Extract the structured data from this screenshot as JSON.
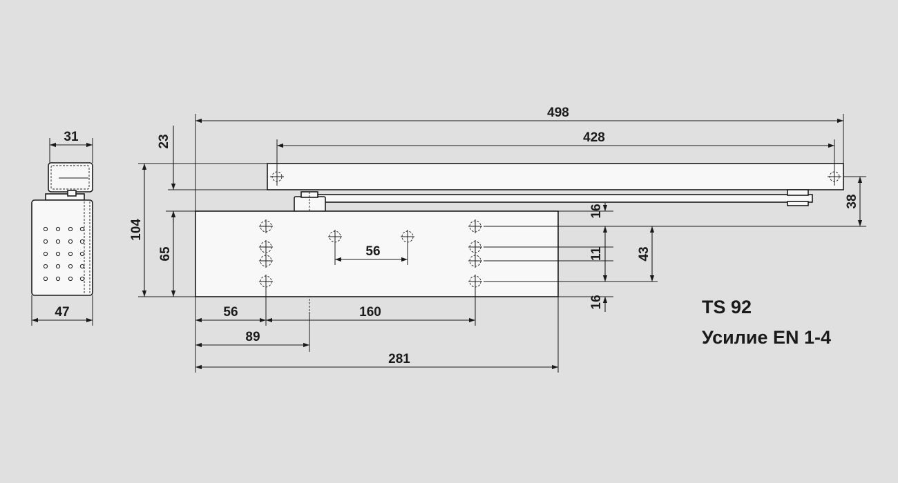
{
  "drawing": {
    "title_line1": "TS 92",
    "title_line2": "Усилие EN 1-4"
  },
  "dimensions": {
    "d498": "498",
    "d428": "428",
    "d31": "31",
    "d23": "23",
    "d104": "104",
    "d65": "65",
    "d38": "38",
    "d16_top": "16",
    "d11": "11",
    "d43": "43",
    "d16_bottom": "16",
    "d56_holes": "56",
    "d47": "47",
    "d56": "56",
    "d160": "160",
    "d89": "89",
    "d281": "281"
  }
}
